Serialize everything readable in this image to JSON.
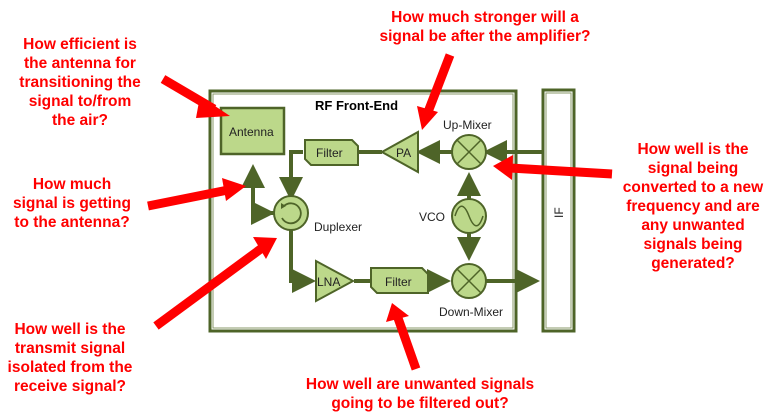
{
  "diagram": {
    "title": "RF Front-End",
    "blocks": {
      "antenna": "Antenna",
      "tx_filter": "Filter",
      "pa": "PA",
      "up_mixer": "Up-Mixer",
      "duplexer": "Duplexer",
      "vco": "VCO",
      "lna": "LNA",
      "rx_filter": "Filter",
      "down_mixer": "Down-Mixer",
      "if": "IF"
    }
  },
  "questions": {
    "antenna_efficiency": [
      "How efficient is",
      "the antenna for",
      "transitioning the",
      "signal to/from",
      "the air?"
    ],
    "signal_to_antenna": [
      "How much",
      "signal is getting",
      "to the antenna?"
    ],
    "isolation": [
      "How well is the",
      "transmit signal",
      "isolated from the",
      "receive signal?"
    ],
    "amplifier_gain": [
      "How much stronger will a",
      "signal be after the amplifier?"
    ],
    "mixer_conversion": [
      "How well is the",
      "signal being",
      "converted to a new",
      "frequency and are",
      "any unwanted",
      "signals being",
      "generated?"
    ],
    "filtering": [
      "How well are unwanted signals",
      "going to be filtered out?"
    ]
  },
  "colors": {
    "block_fill": "#bcd88a",
    "block_stroke": "#4e6428",
    "arrow_red": "#ff0000",
    "question_text": "#ff0000"
  }
}
